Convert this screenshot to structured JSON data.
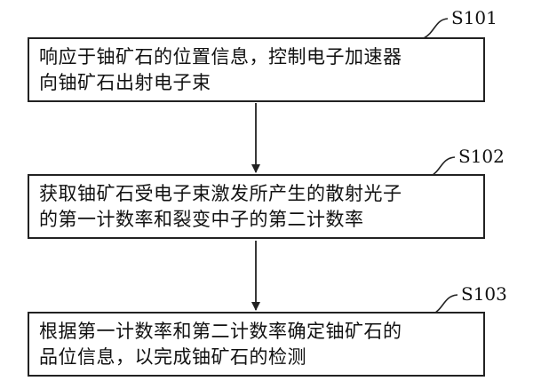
{
  "steps": [
    {
      "id": "S101",
      "lines": [
        "响应于铀矿石的位置信息，控制电子加速器",
        "向铀矿石出射电子束"
      ]
    },
    {
      "id": "S102",
      "lines": [
        "获取铀矿石受电子束激发所产生的散射光子",
        "的第一计数率和裂变中子的第二计数率"
      ]
    },
    {
      "id": "S103",
      "lines": [
        "根据第一计数率和第二计数率确定铀矿石的",
        "品位信息，以完成铀矿石的检测"
      ]
    }
  ]
}
